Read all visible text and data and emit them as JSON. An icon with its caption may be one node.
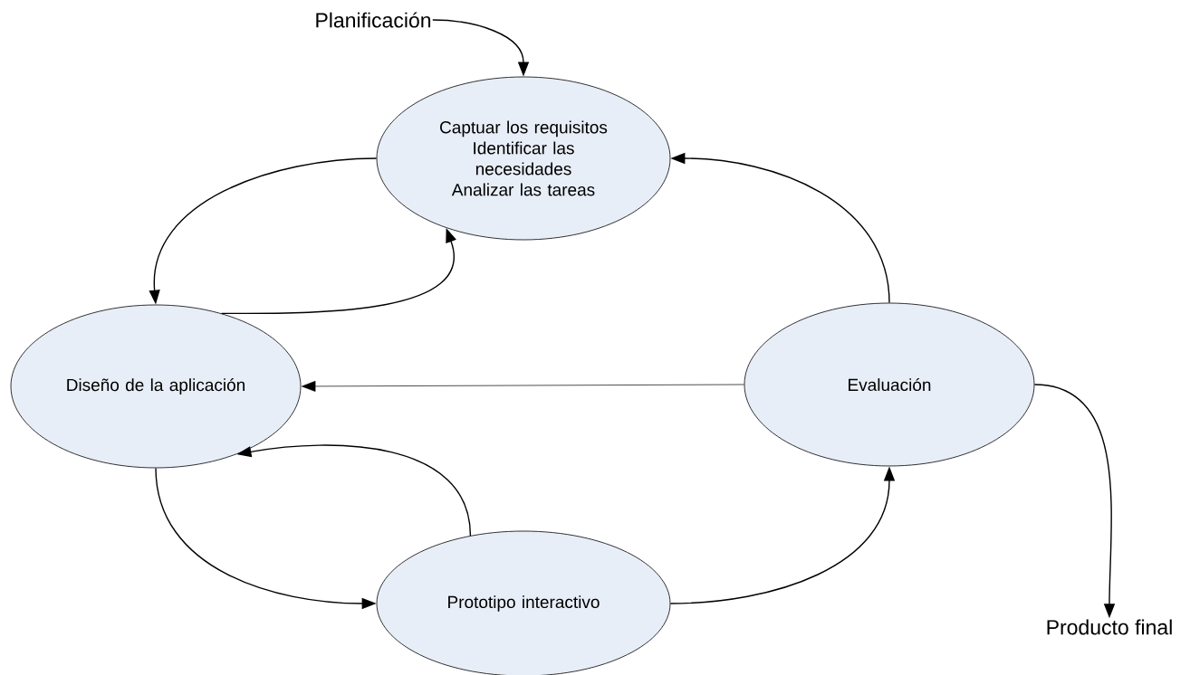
{
  "diagram": {
    "nodes": [
      {
        "text": [
          "Planificación"
        ]
      },
      {
        "text": [
          "Captuar los requisitos",
          "Identificar las necesidades",
          "Analizar las tareas"
        ]
      },
      {
        "text": [
          "Diseño de la aplicación"
        ]
      },
      {
        "text": [
          "Evaluación"
        ]
      },
      {
        "text": [
          "Prototipo interactivo"
        ]
      },
      {
        "text": [
          "Producto final"
        ]
      }
    ],
    "edges": [
      {
        "from": 0,
        "to": 1,
        "arrow": "to"
      },
      {
        "from": 1,
        "to": 2,
        "arrow": "to"
      },
      {
        "from": 2,
        "to": 1,
        "arrow": "to"
      },
      {
        "from": 3,
        "to": 1,
        "arrow": "to"
      },
      {
        "from": 3,
        "to": 2,
        "arrow": "to"
      },
      {
        "from": 2,
        "to": 4,
        "arrow": "to"
      },
      {
        "from": 4,
        "to": 2,
        "arrow": "to"
      },
      {
        "from": 4,
        "to": 3,
        "arrow": "to"
      },
      {
        "from": 3,
        "to": 5,
        "arrow": "to"
      }
    ]
  }
}
